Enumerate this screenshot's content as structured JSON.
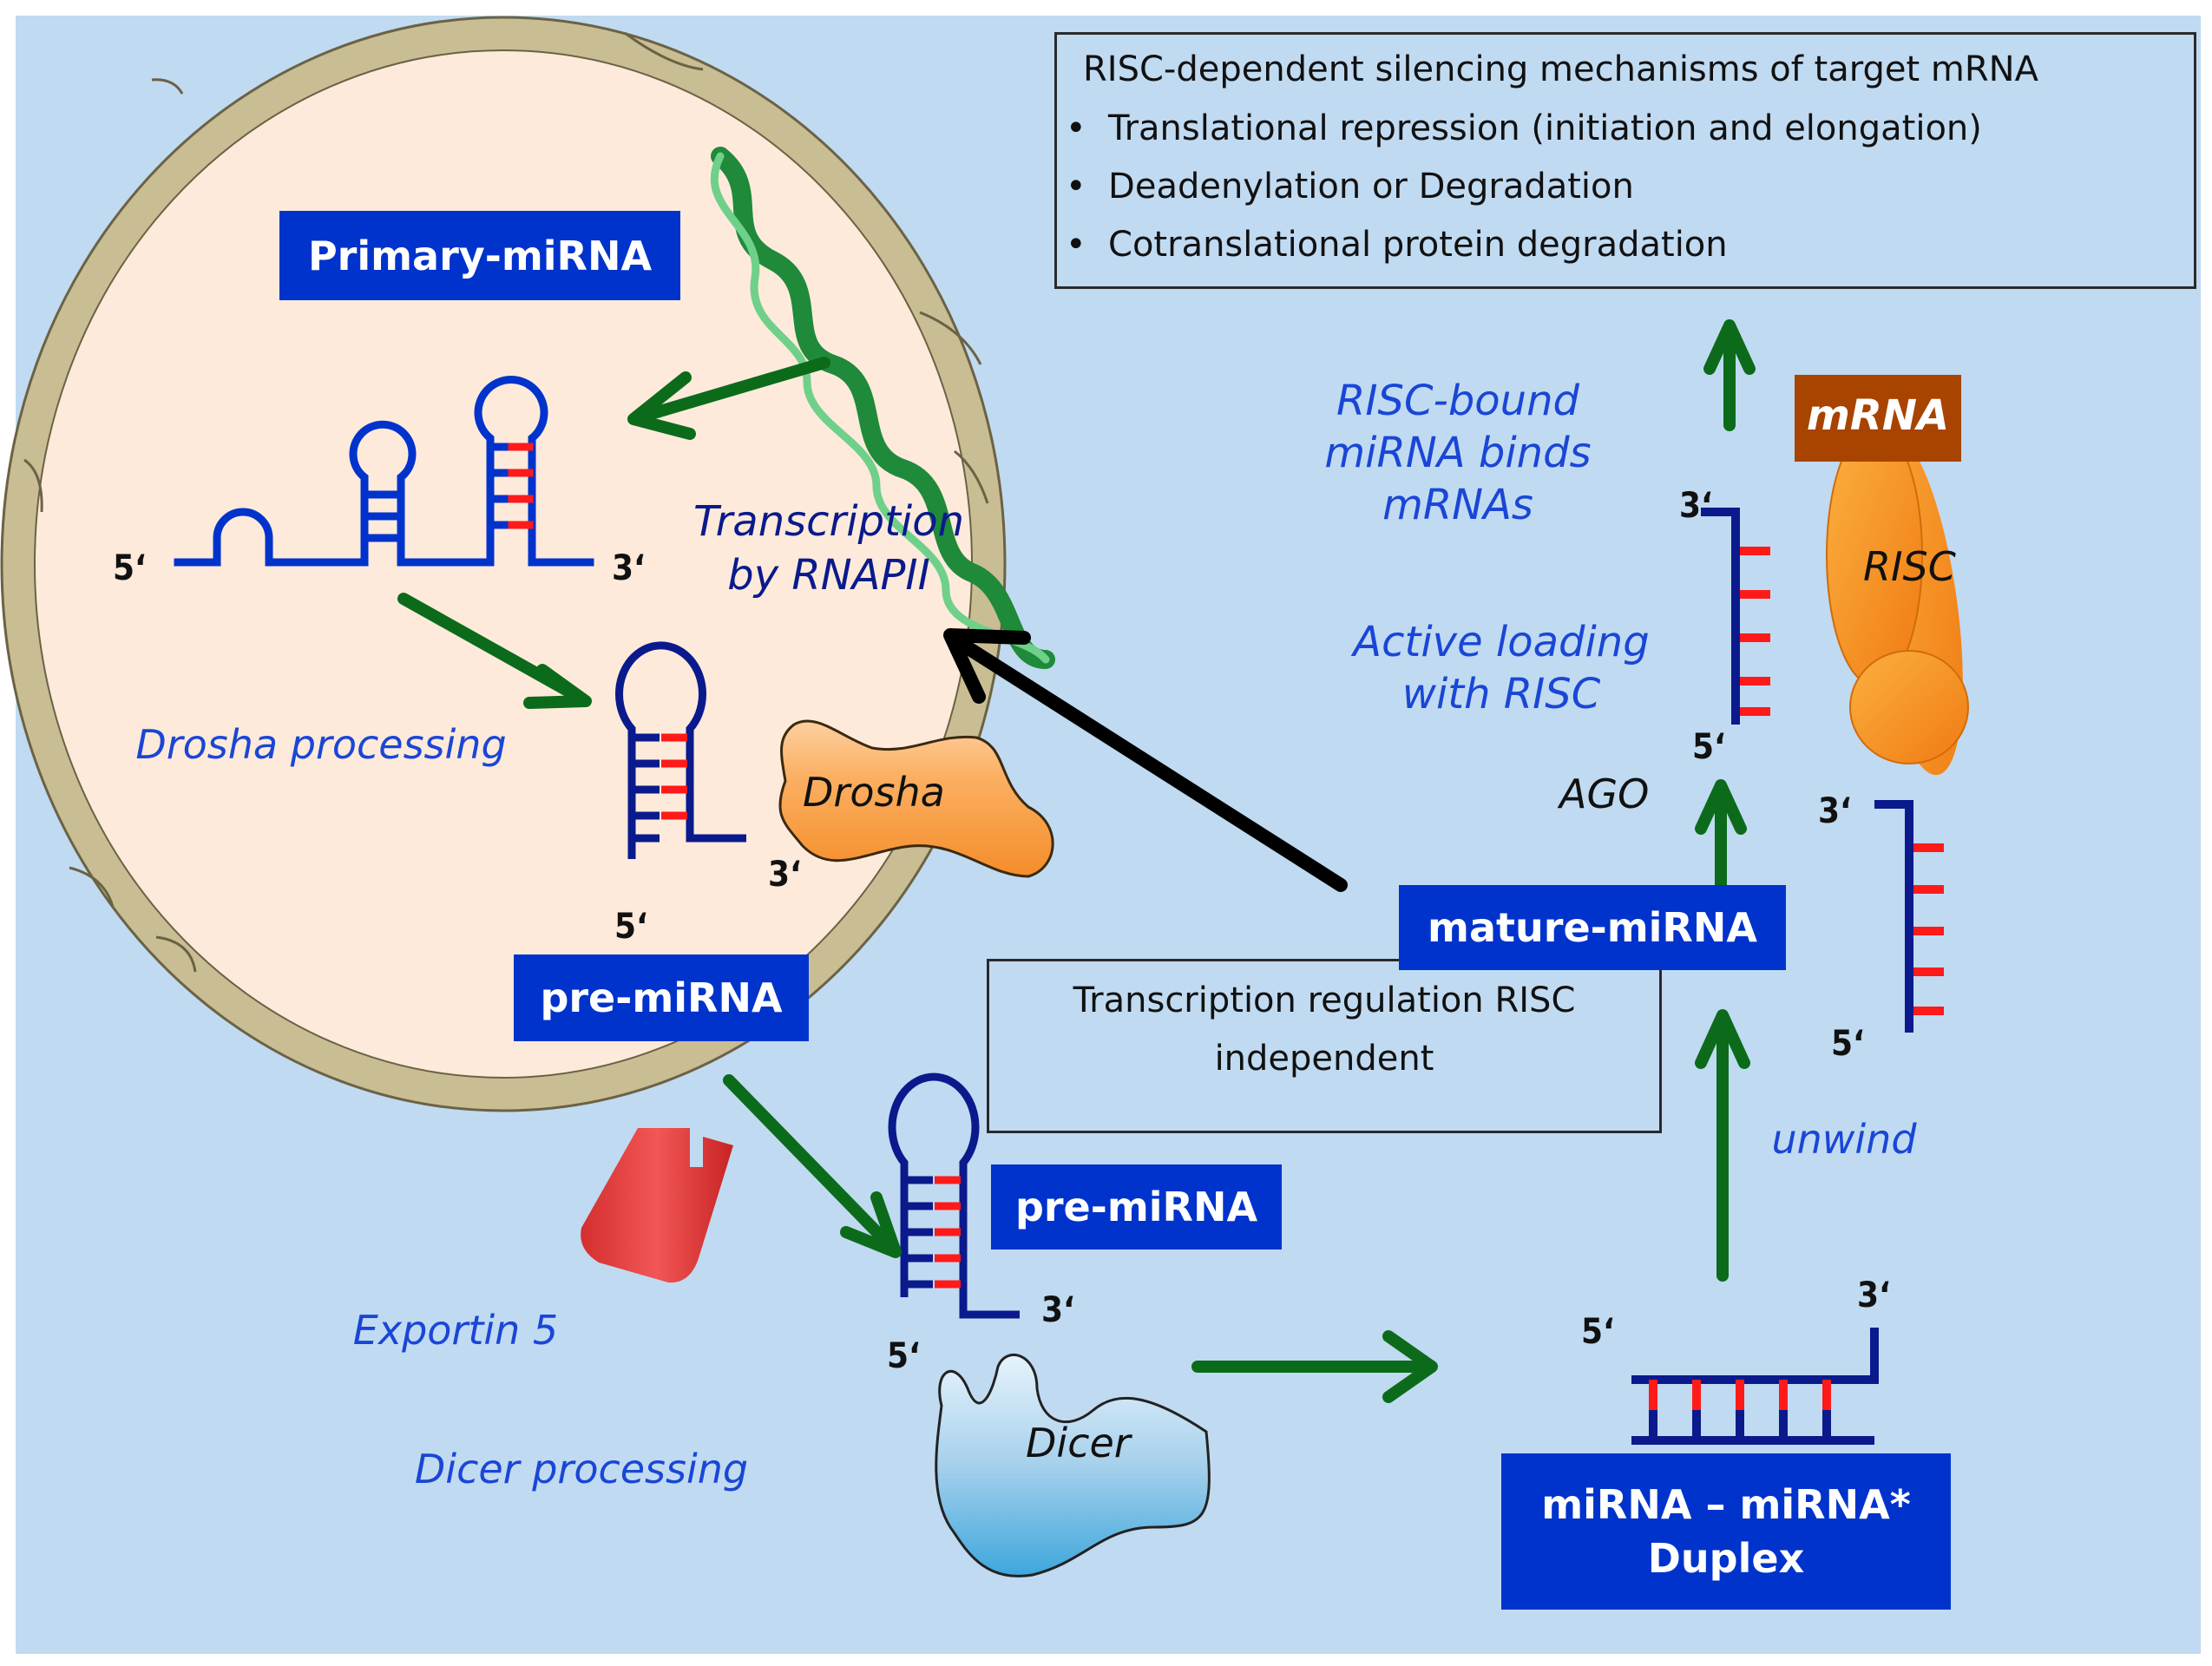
{
  "colors": {
    "background": "#c0daf1",
    "nucleus_fill": "#fdeadb",
    "envelope": "#c9bd94",
    "label_box": "#0033cc",
    "mrna_box": "#a84300",
    "arrow_green": "#0b6b1a",
    "arrow_black": "#000000",
    "strand_blue": "#0033cc",
    "strand_navy": "#0a1a8c",
    "base_pair_red": "#ff1a1a",
    "risc_orange": "#f5921e",
    "drosha_orange": "#f9a54b",
    "dicer_blue": "#a9d3ee",
    "exportin_red": "#e84040",
    "dna_green": "#2e9e48"
  },
  "mechanisms_box": {
    "title": "RISC-dependent silencing mechanisms of target mRNA",
    "items": [
      "Translational  repression (initiation and elongation)",
      "Deadenylation  or  Degradation",
      "Cotranslational  protein degradation"
    ]
  },
  "transcription_box": {
    "line1": "Transcription  regulation RISC",
    "line2": "independent"
  },
  "labels": {
    "primary_mirna": "Primary-miRNA",
    "pre_mirna_nuclear": "pre-miRNA",
    "pre_mirna_cyto": "pre-miRNA",
    "mature_mirna": "mature-miRNA",
    "duplex_line1": "miRNA – miRNA*",
    "duplex_line2": "Duplex",
    "mrna": "mRNA"
  },
  "proteins": {
    "drosha": "Drosha",
    "dicer": "Dicer",
    "risc": "RISC",
    "ago": "AGO"
  },
  "process_labels": {
    "transcription_line1": "Transcription",
    "transcription_line2": "by RNAPII",
    "drosha_processing": "Drosha processing",
    "exportin": "Exportin 5",
    "dicer_processing": "Dicer processing",
    "unwind": "unwind",
    "active_loading_line1": "Active loading",
    "active_loading_line2": "with RISC",
    "risc_bound_line1": "RISC-bound",
    "risc_bound_line2": "miRNA binds",
    "risc_bound_line3": "mRNAs"
  },
  "ends": {
    "five_prime": "5‘",
    "three_prime": "3‘"
  }
}
